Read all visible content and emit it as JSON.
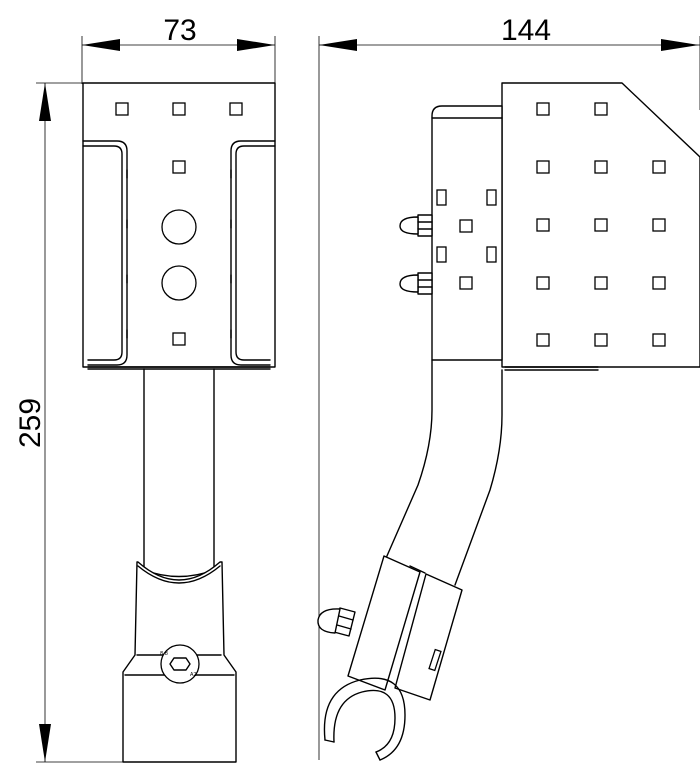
{
  "dimensions": {
    "width_front": "73",
    "width_side": "144",
    "height": "259"
  },
  "colors": {
    "line": "#000000",
    "background": "#ffffff"
  }
}
